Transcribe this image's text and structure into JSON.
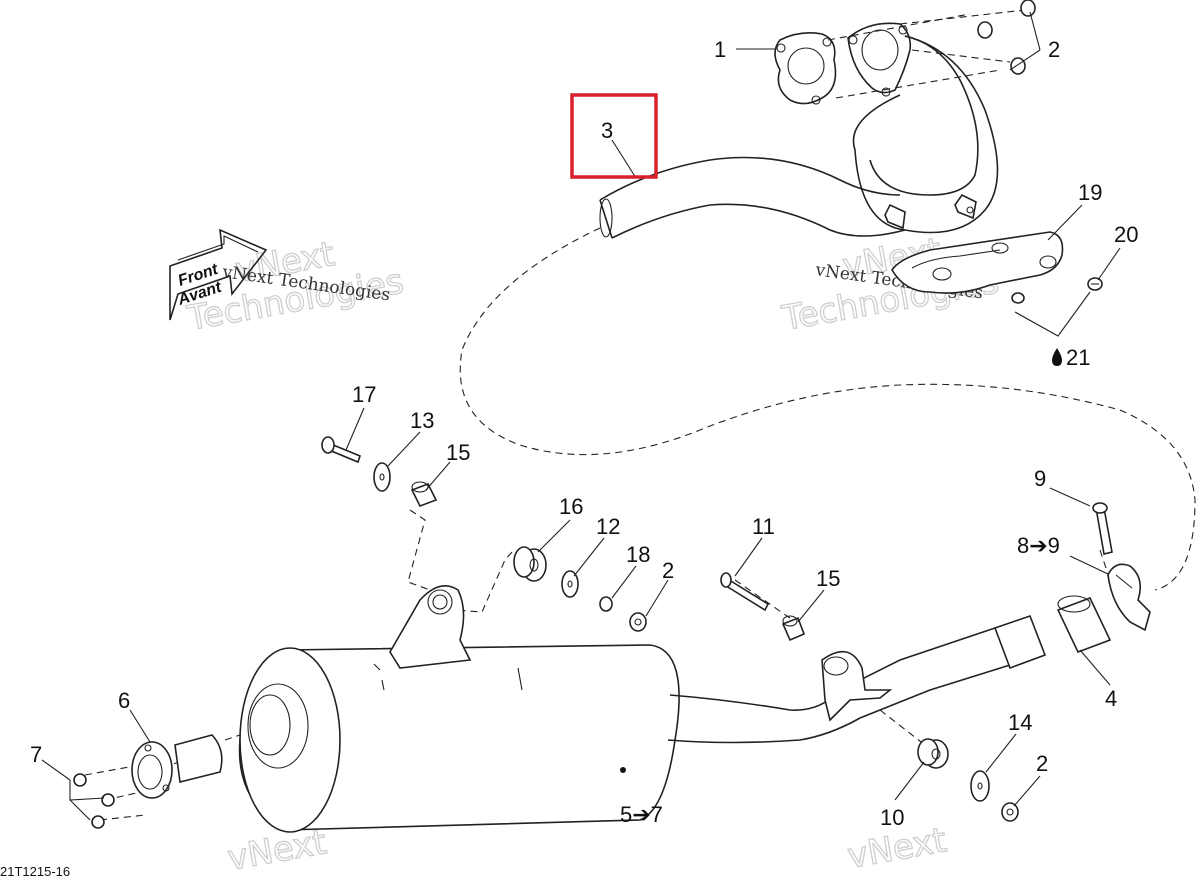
{
  "diagram": {
    "callouts": {
      "c1": "1",
      "c2a": "2",
      "c3": "3",
      "c19": "19",
      "c20": "20",
      "c21": "21",
      "c17": "17",
      "c13": "13",
      "c15a": "15",
      "c16": "16",
      "c12": "12",
      "c18": "18",
      "c2b": "2",
      "c11": "11",
      "c15b": "15",
      "c9": "9",
      "c8to9": "8➔9",
      "c4": "4",
      "c6": "6",
      "c7": "7",
      "c5to7": "5➔7",
      "c10": "10",
      "c14": "14",
      "c2c": "2"
    },
    "direction_arrow": {
      "line1": "Front",
      "line2": "Avant"
    },
    "watermark_top": "vNext",
    "watermark_bottom": "Technologies",
    "watermark_small": "vNext Technologies",
    "drawing_number": "21T1215-16",
    "highlight_color": "#d9202b"
  }
}
